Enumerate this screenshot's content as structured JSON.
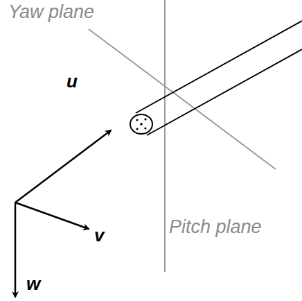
{
  "diagram": {
    "labels": [
      "Yaw plane",
      "u",
      "Pitch plane",
      "v",
      "w"
    ]
  }
}
